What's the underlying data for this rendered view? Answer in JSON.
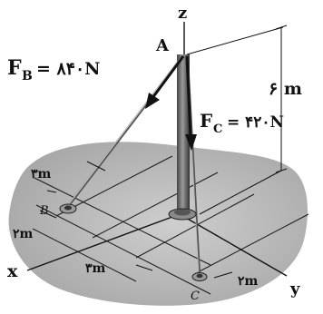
{
  "diagram": {
    "axes": {
      "z": "z",
      "x": "x",
      "y": "y"
    },
    "points": {
      "top": "A",
      "anchor_b": "B",
      "anchor_c": "C"
    },
    "forces": {
      "fb": {
        "symbol": "F",
        "subscript": "B",
        "value": "= ۸۴۰N"
      },
      "fc": {
        "symbol": "F",
        "subscript": "C",
        "value": "= ۴۲۰N"
      }
    },
    "dimensions": {
      "height": "۶ m",
      "b_from_y": "۳m",
      "b_from_x": "۲m",
      "c_along_x": "۳m",
      "c_along_y": "۲m"
    }
  }
}
